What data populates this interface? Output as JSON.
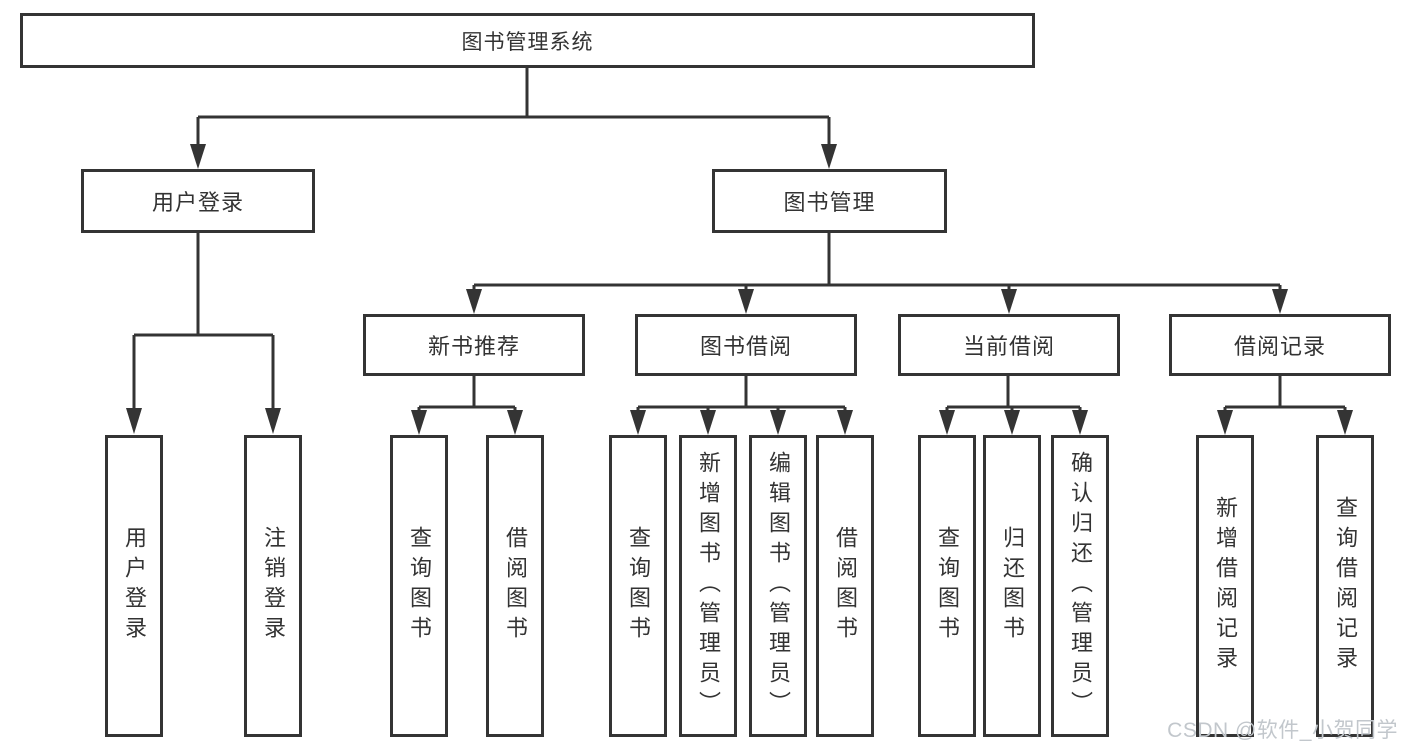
{
  "tree": {
    "root": "图书管理系统",
    "children": [
      {
        "label": "用户登录",
        "children": [
          {
            "label": "用户登录"
          },
          {
            "label": "注销登录"
          }
        ]
      },
      {
        "label": "图书管理",
        "children": [
          {
            "label": "新书推荐",
            "children": [
              {
                "label": "查询图书"
              },
              {
                "label": "借阅图书"
              }
            ]
          },
          {
            "label": "图书借阅",
            "children": [
              {
                "label": "查询图书"
              },
              {
                "label": "新增图书（管理员）"
              },
              {
                "label": "编辑图书（管理员）"
              },
              {
                "label": "借阅图书"
              }
            ]
          },
          {
            "label": "当前借阅",
            "children": [
              {
                "label": "查询图书"
              },
              {
                "label": "归还图书"
              },
              {
                "label": "确认归还（管理员）"
              }
            ]
          },
          {
            "label": "借阅记录",
            "children": [
              {
                "label": "新增借阅记录"
              },
              {
                "label": "查询借阅记录"
              }
            ]
          }
        ]
      }
    ]
  },
  "watermark": {
    "text": "CSDN @软件_小贺同学"
  },
  "colors": {
    "line": "#343434",
    "box_border": "#343434",
    "box_fill": "#ffffff",
    "background": "#ffffff",
    "text": "#333333",
    "watermark": "#c2c7cc"
  }
}
